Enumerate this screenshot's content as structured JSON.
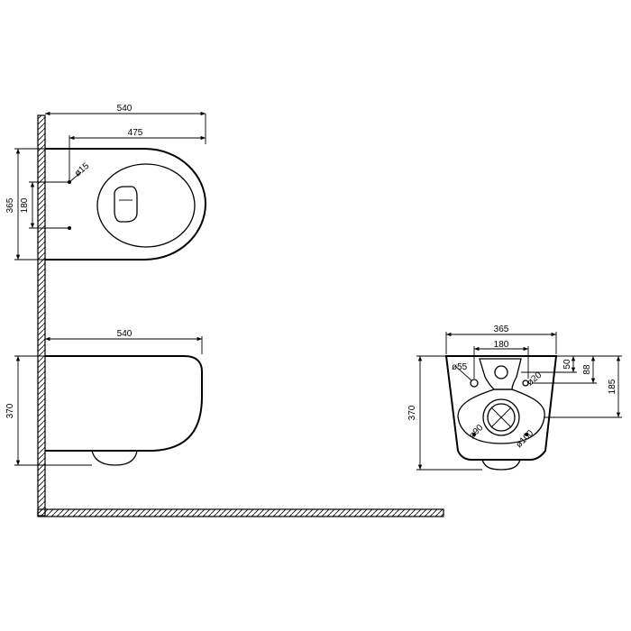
{
  "top_view": {
    "width_overall": "540",
    "width_to_bolts": "475",
    "depth": "365",
    "bolt_spacing": "180",
    "bolt_dia": "ø15"
  },
  "side_view": {
    "width": "540",
    "height": "370"
  },
  "rear_view": {
    "width": "365",
    "bolt_spacing": "180",
    "height": "370",
    "dim_50": "50",
    "dim_88": "88",
    "dim_185": "185",
    "water_inlet_dia": "ø55",
    "fixing_hole_dia": "ø20",
    "outlet_inner_dia": "ø90",
    "outlet_outer_dia": "ø100"
  }
}
